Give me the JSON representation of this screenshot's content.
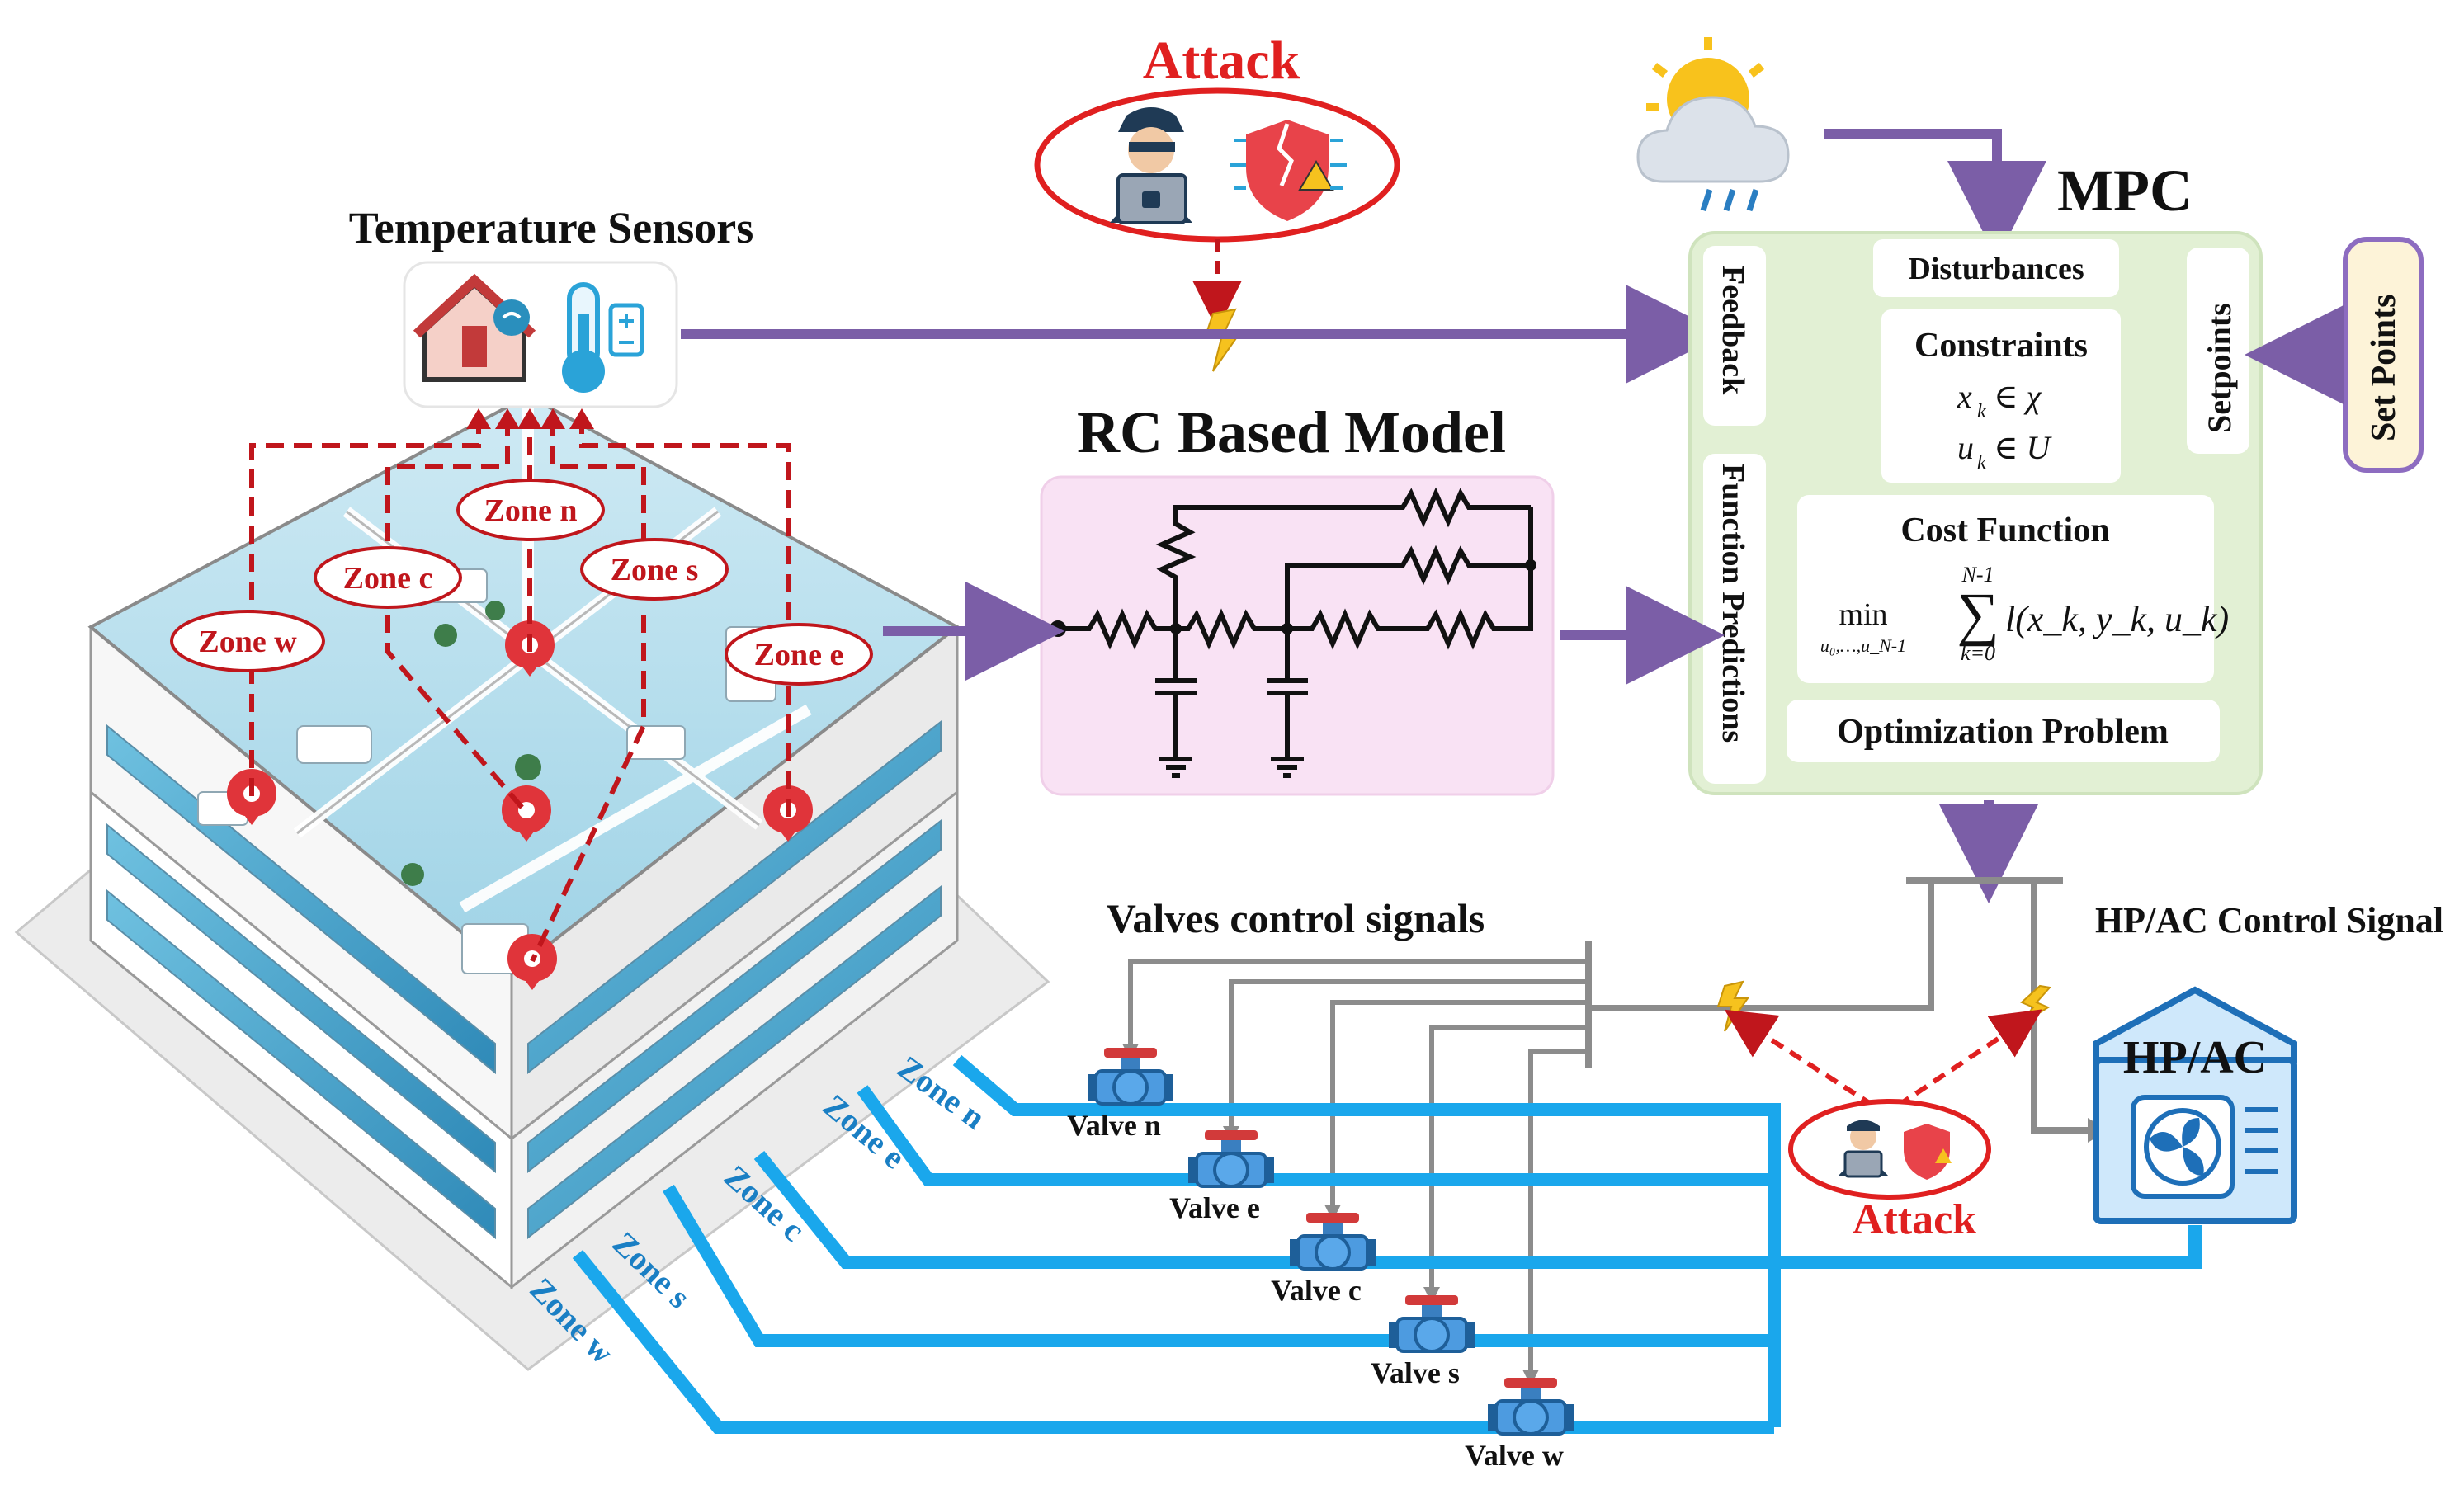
{
  "attack_top": {
    "label": "Attack"
  },
  "attack_bottom": {
    "label": "Attack"
  },
  "sensors": {
    "title": "Temperature Sensors"
  },
  "rc_model": {
    "title": "RC Based Model"
  },
  "mpc": {
    "title": "MPC",
    "feedback": "Feedback",
    "function_predictions": "Function Predictions",
    "disturbances": "Disturbances",
    "constraints_title": "Constraints",
    "constraint_x": "x",
    "constraint_x_sub": "k",
    "constraint_x_rel": "∈ χ",
    "constraint_u": "u",
    "constraint_u_sub": "k",
    "constraint_u_rel": "∈ U",
    "setpoints": "Setpoints",
    "cost_title": "Cost Function",
    "cost_min": "min",
    "cost_min_sub": "u₀,…,u_N-1",
    "cost_sum_top": "N-1",
    "cost_sum": "∑",
    "cost_sum_bottom": "k=0",
    "cost_expr": "l(x_k, y_k, u_k)",
    "optimization": "Optimization Problem"
  },
  "set_points": {
    "label": "Set Points"
  },
  "zones": {
    "n": "Zone n",
    "c": "Zone c",
    "s": "Zone s",
    "w": "Zone w",
    "e": "Zone e"
  },
  "pipe_zones": {
    "n": "Zone n",
    "e": "Zone e",
    "c": "Zone c",
    "s": "Zone s",
    "w": "Zone w"
  },
  "valves_signals": {
    "label": "Valves control signals"
  },
  "hpac_signal": {
    "label": "HP/AC Control Signal"
  },
  "hpac": {
    "label": "HP/AC"
  },
  "valves": [
    "Valve n",
    "Valve e",
    "Valve c",
    "Valve s",
    "Valve w"
  ],
  "colors": {
    "purple": "#7b5ea7",
    "attack_red": "#e02020",
    "dashed_red": "#c0161c",
    "pipe_blue": "#1aa7ec",
    "gray_line": "#8c8c8c",
    "mpc_green": "#e2f0d4",
    "rc_pink": "#f9e2f4",
    "hpac_blue": "#cfe8fb"
  }
}
